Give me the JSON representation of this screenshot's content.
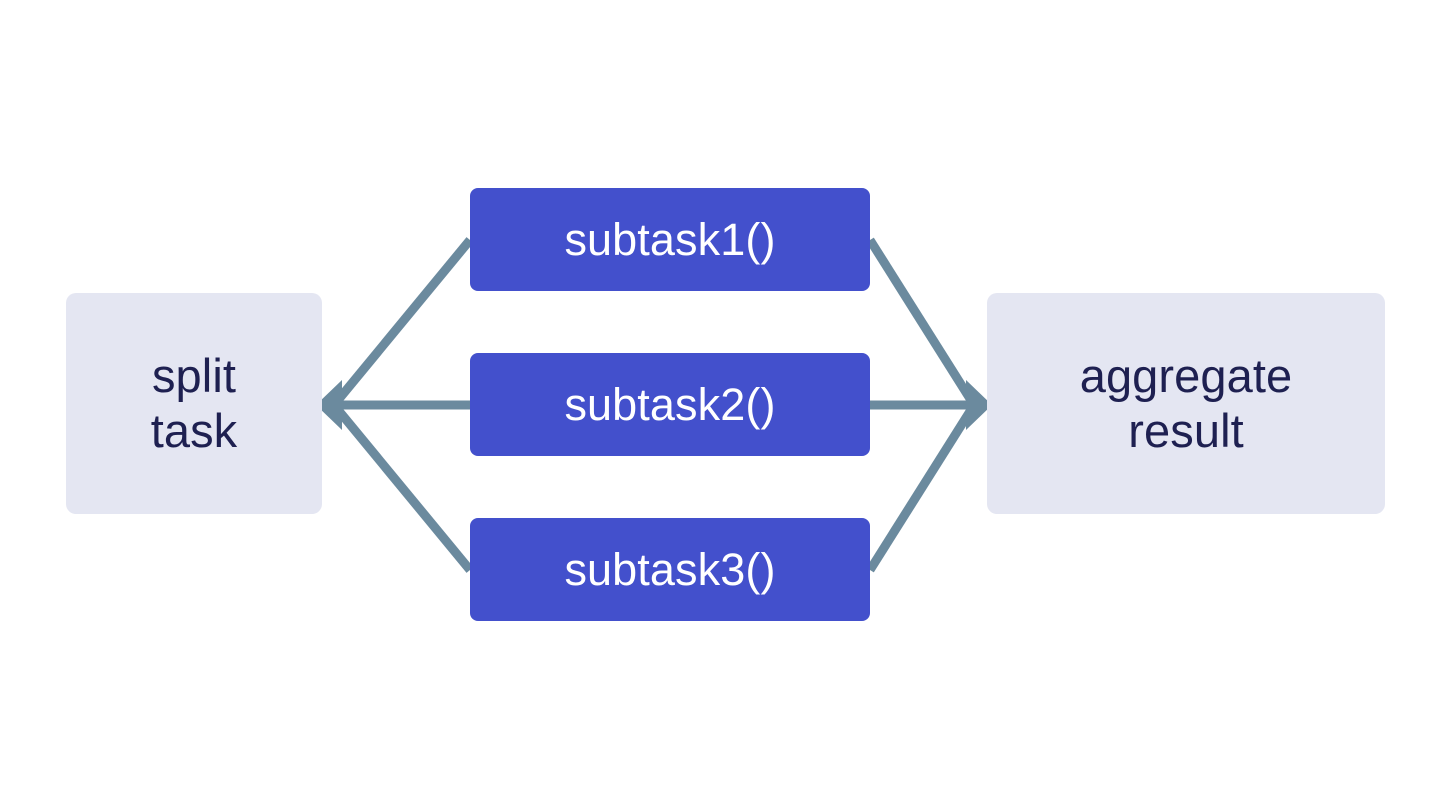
{
  "diagram": {
    "type": "flow-diagram",
    "title": "split task fan-out / aggregate result fan-in",
    "background_color": "#ffffff",
    "palette": {
      "endpoint_fill": "#e4e6f2",
      "endpoint_text": "#1e2051",
      "task_fill": "#4350cc",
      "task_text": "#ffffff",
      "connector": "#6b8a9e"
    },
    "nodes": {
      "split": {
        "label": "split\ntask",
        "role": "source",
        "shape": "rounded-rectangle"
      },
      "aggregate": {
        "label": "aggregate\nresult",
        "role": "sink",
        "shape": "rounded-rectangle"
      },
      "subtasks": [
        {
          "label": "subtask1()",
          "role": "parallel-task"
        },
        {
          "label": "subtask2()",
          "role": "parallel-task"
        },
        {
          "label": "subtask3()",
          "role": "parallel-task"
        }
      ]
    },
    "edges": {
      "fan_in_left": {
        "description": "three connectors converge to a single left-pointing arrowhead at the split task box",
        "arrow_direction": "left",
        "count": 3
      },
      "fan_in_right": {
        "description": "three connectors converge to a single right-pointing arrowhead at the aggregate result box",
        "arrow_direction": "right",
        "count": 3
      },
      "stroke_width": 9
    }
  }
}
